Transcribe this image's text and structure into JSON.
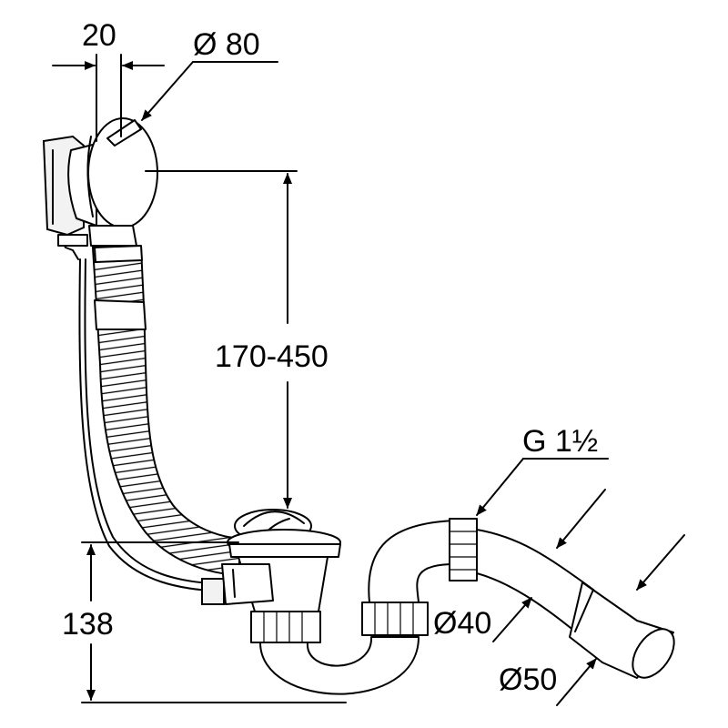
{
  "diagram": {
    "dimensions": {
      "width_top": "20",
      "diameter_top": "Ø 80",
      "height_range": "170-450",
      "height_bottom": "138",
      "thread": "G 1½",
      "diameter_40": "Ø40",
      "diameter_50": "Ø50"
    }
  }
}
